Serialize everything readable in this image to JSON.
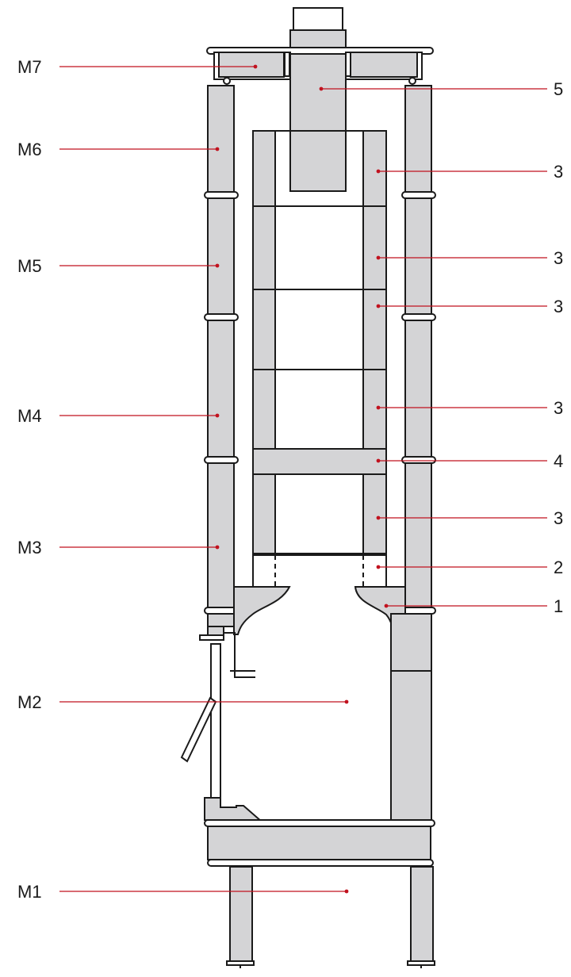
{
  "colors": {
    "part_fill": "#d4d4d6",
    "outline": "#1a1a1a",
    "leader": "#c1121f",
    "background": "#ffffff"
  },
  "labels": {
    "left": [
      "M7",
      "M6",
      "M5",
      "M4",
      "M3",
      "M2",
      "M1"
    ],
    "right": [
      "5",
      "3",
      "3",
      "3",
      "3",
      "4",
      "3",
      "2",
      "1"
    ]
  }
}
